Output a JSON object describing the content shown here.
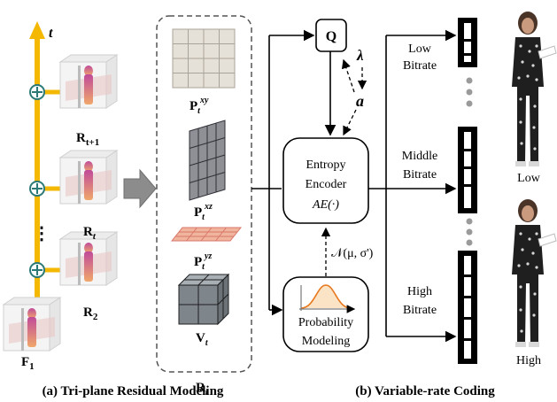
{
  "timeline": {
    "axis_label": "t",
    "frame_labels": [
      "R",
      "R",
      "R",
      "F"
    ],
    "frame_subscripts": [
      "t+1",
      "t",
      "2",
      "1"
    ],
    "ellipsis": "⋮"
  },
  "residual_group": {
    "group_label": "R",
    "group_subscript": "t",
    "planes": [
      {
        "base": "P",
        "sub": "t",
        "sup": "xy"
      },
      {
        "base": "P",
        "sub": "t",
        "sup": "xz"
      },
      {
        "base": "P",
        "sub": "t",
        "sup": "yz"
      }
    ],
    "volume": {
      "base": "V",
      "sub": "t"
    }
  },
  "coding": {
    "quantizer_label": "Q",
    "lambda_label": "λ",
    "a_label": "a",
    "encoder_line1": "Entropy",
    "encoder_line2": "Encoder",
    "encoder_line3": "AE(·)",
    "distribution_label": "𝒩(μ, σ')",
    "prob_line1": "Probability",
    "prob_line2": "Modeling"
  },
  "bitrates": {
    "low_line1": "Low",
    "low_line2": "Bitrate",
    "middle_line1": "Middle",
    "middle_line2": "Bitrate",
    "high_line1": "High",
    "high_line2": "Bitrate"
  },
  "renders": {
    "low_label": "Low",
    "high_label": "High"
  },
  "captions": {
    "left": "(a) Tri-plane Residual Modeling",
    "right": "(b) Variable-rate Coding"
  },
  "colors": {
    "timeline": "#f5b800",
    "add_node": "#2b7a78",
    "plane_xy": "#e6e1d8",
    "plane_xz": "#8f8f96",
    "plane_yz": "#f0b59c",
    "volume": "#7e868c",
    "gauss": "#e8781e"
  }
}
